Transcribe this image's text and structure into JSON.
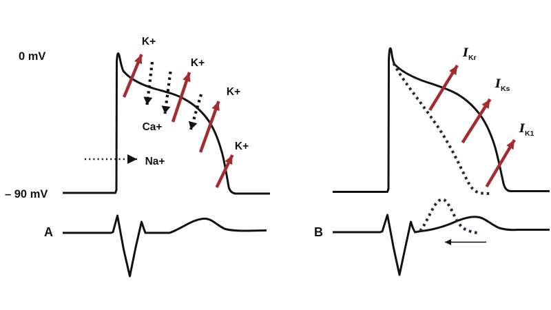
{
  "colors": {
    "background": "#ffffff",
    "trace_black": "#111111",
    "potassium_red": "#a32c33",
    "shortened_navy": "#232342"
  },
  "panel_a": {
    "label": "A",
    "voltage_top": "0 mV",
    "voltage_bottom": "– 90 mV",
    "potassium_labels": [
      "K+",
      "K+",
      "K+",
      "K+"
    ],
    "calcium_label": "Ca+",
    "sodium_label": "Na+"
  },
  "panel_b": {
    "label": "B",
    "currents": [
      {
        "symbol": "I",
        "subscript": "Kr"
      },
      {
        "symbol": "I",
        "subscript": "Ks"
      },
      {
        "symbol": "I",
        "subscript": "K1"
      }
    ]
  }
}
